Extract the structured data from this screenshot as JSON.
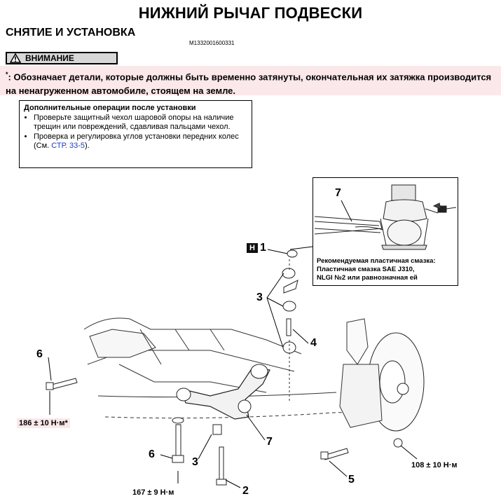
{
  "header": {
    "title": "НИЖНИЙ РЫЧАГ ПОДВЕСКИ",
    "section": "СНЯТИЕ И УСТАНОВКА",
    "doc_code": "M1332001600331"
  },
  "warning": {
    "badge_label": "ВНИМАНИЕ",
    "asterisk": "*",
    "text": ": Обозначает детали, которые должны быть временно затянуты, окончательная их затяжка производится на ненагруженном автомобиле, стоящем на земле."
  },
  "post_install": {
    "title": "Дополнительные операции после установки",
    "items": [
      "Проверьте защитный чехол шаровой опоры на наличие трещин или повреждений, сдавливая пальцами чехол.",
      "Проверка и регулировка углов установки передних колес (См. "
    ],
    "link_text": "СТР. 33-5",
    "link_suffix": ")."
  },
  "inset": {
    "callout": "7",
    "caption_line1": "Рекомендуемая пластичная смазка:",
    "caption_line2": "Пластичная смазка SAE J310,",
    "caption_line3": "NLGI №2 или равнозначная ей"
  },
  "callouts": {
    "h_badge": "H",
    "c1": "1",
    "c3_top": "3",
    "c4": "4",
    "c6_top": "6",
    "c7": "7",
    "c6_bottom": "6",
    "c3_bottom": "3",
    "c2": "2",
    "c5": "5"
  },
  "torques": {
    "t_186": "186 ± 10 Н·м*",
    "t_167": "167 ± 9 Н·м",
    "t_108": "108 ± 10 Н·м"
  }
}
